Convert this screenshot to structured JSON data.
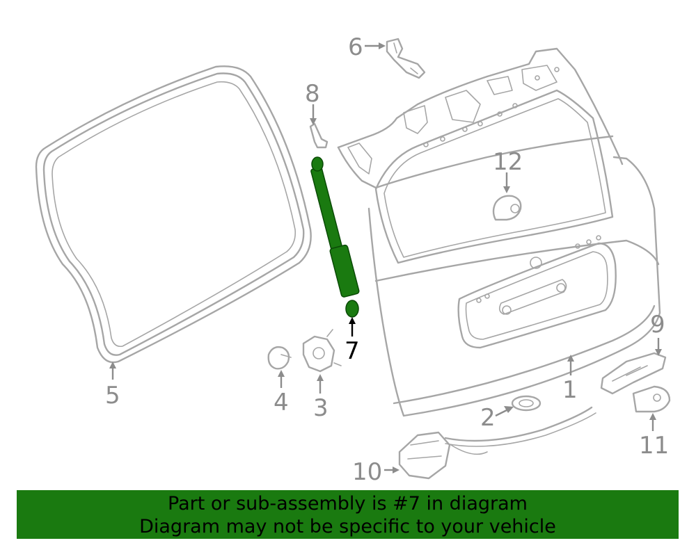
{
  "diagram": {
    "highlight_color": "#1a7a10",
    "line_color": "#a6a6a6",
    "callouts": {
      "c1": "1",
      "c2": "2",
      "c3": "3",
      "c4": "4",
      "c5": "5",
      "c6": "6",
      "c7": "7",
      "c8": "8",
      "c9": "9",
      "c10": "10",
      "c11": "11",
      "c12": "12"
    }
  },
  "banner": {
    "line1": "Part or sub-assembly is #7 in diagram",
    "line2": "Diagram may not be specific to your vehicle",
    "background": "#1a7a10"
  }
}
